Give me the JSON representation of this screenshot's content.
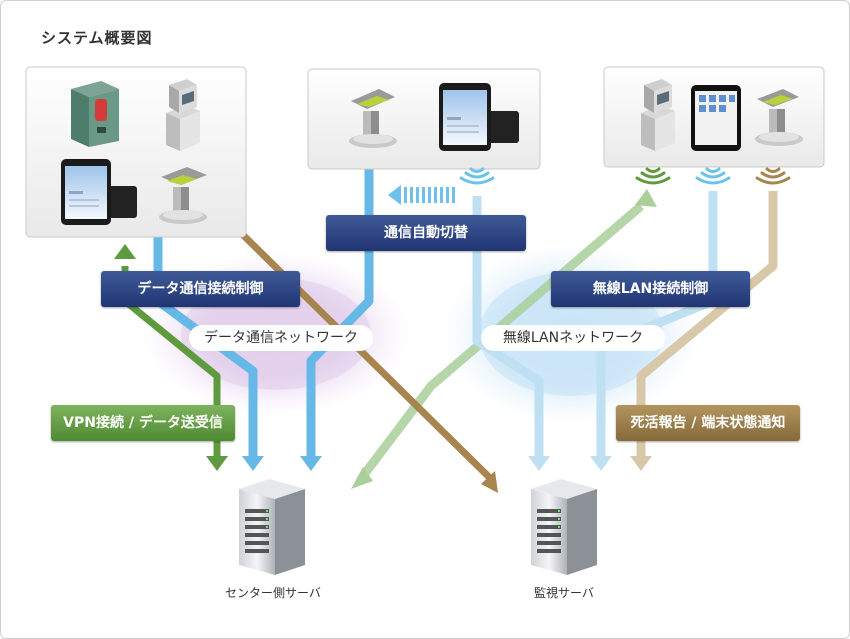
{
  "title": "システム概要図",
  "labels": {
    "auto_switch": "通信自動切替",
    "data_conn_ctrl": "データ通信接続制御",
    "wlan_conn_ctrl": "無線LAN接続制御",
    "vpn": "VPN接続 / データ送受信",
    "status": "死活報告 / 端末状態通知"
  },
  "networks": {
    "data": "データ通信ネットワーク",
    "wlan": "無線LANネットワーク"
  },
  "servers": {
    "center": "センター側サーバ",
    "monitor": "監視サーバ"
  },
  "colors": {
    "navy": "#2c4583",
    "green": "#5f9a3f",
    "blue": "#66b8e6",
    "brown": "#a8854f",
    "pale_green": "#a9cf9a",
    "pale_blue": "#bfe0f2",
    "pale_tan": "#d8c8a9"
  },
  "icons": [
    "vending-machine-icon",
    "kiosk-icon",
    "tablet-icon",
    "kiosk-terminal-icon",
    "wifi-signal-icon",
    "server-icon"
  ]
}
